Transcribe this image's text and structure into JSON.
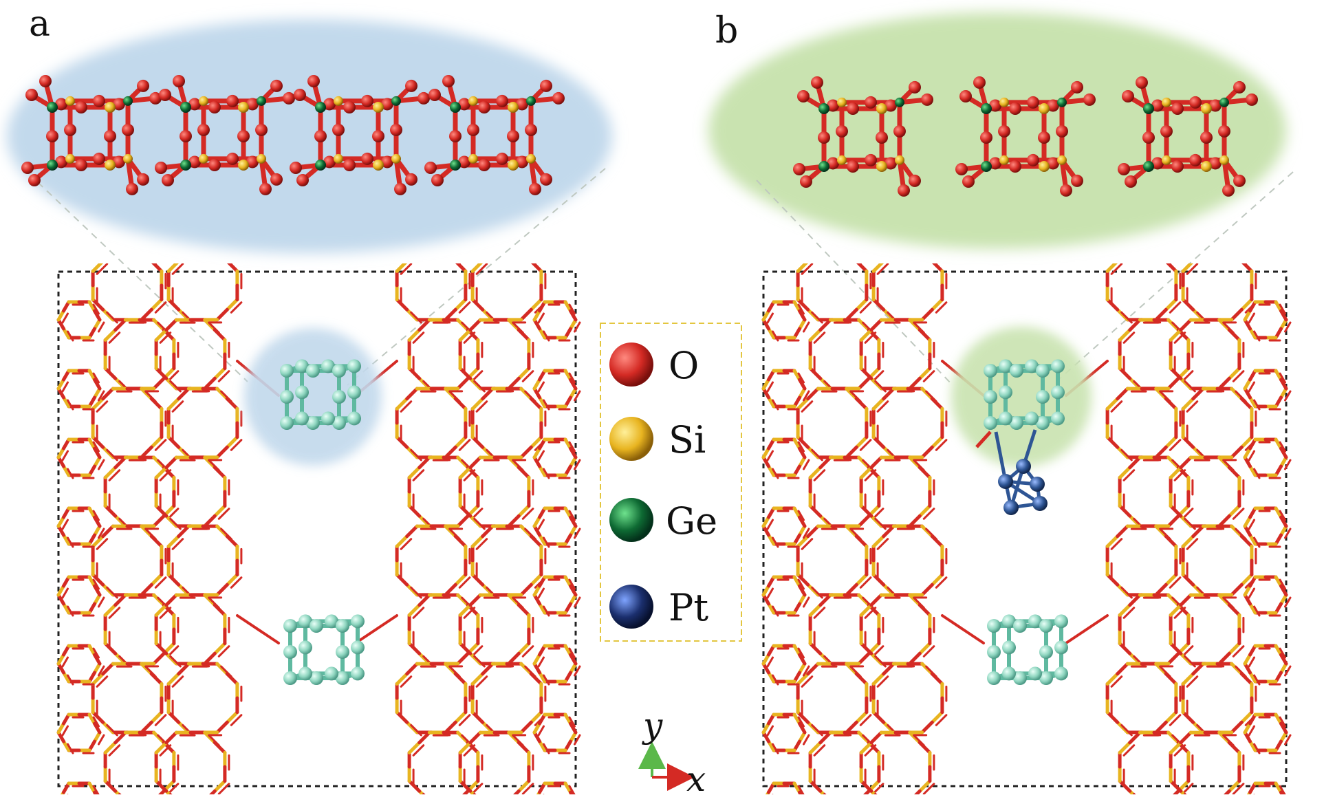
{
  "panels": [
    {
      "label": "a"
    },
    {
      "label": "b"
    }
  ],
  "legend": {
    "items": [
      {
        "symbol": "O",
        "color": "#d42a24"
      },
      {
        "symbol": "Si",
        "color": "#e8b420"
      },
      {
        "symbol": "Ge",
        "color": "#0e6a33"
      },
      {
        "symbol": "Pt",
        "color": "#1b2f6e"
      }
    ],
    "border_color": "#e3c640"
  },
  "axes": {
    "y": "y",
    "x": "x",
    "y_color": "#5bb84a",
    "x_color": "#d42a24"
  },
  "colors": {
    "panel_a_highlight": "#c2d9ec",
    "panel_b_highlight": "#c9e3b0",
    "oxygen": "#d42a24",
    "silicon": "#e8b420",
    "germanium": "#0e6a33",
    "d4r_unit": "#8fd6c0",
    "platinum": "#2e5594"
  },
  "figure": {
    "panel_a": {
      "d4r_count_top": 4,
      "has_pt_cluster": false
    },
    "panel_b": {
      "d4r_count_top": 3,
      "has_pt_cluster": true
    }
  }
}
